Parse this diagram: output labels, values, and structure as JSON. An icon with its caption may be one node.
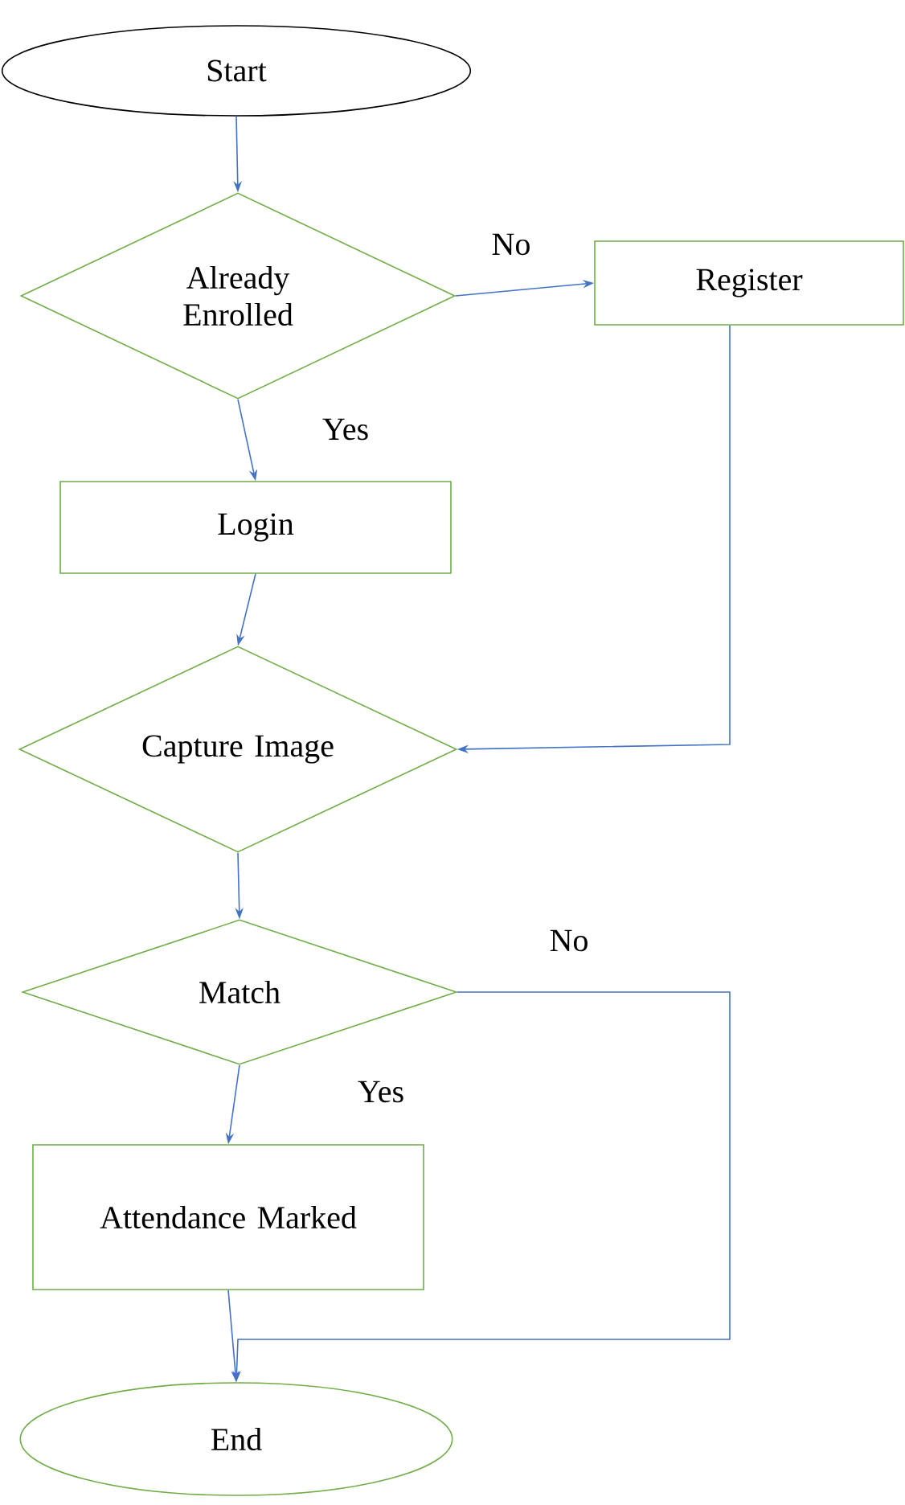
{
  "diagram": {
    "nodes": [
      {
        "text": [
          "Start"
        ]
      },
      {
        "text": [
          "Already Enrolled"
        ]
      },
      {
        "text": [
          "Register"
        ]
      },
      {
        "text": [
          "Login"
        ]
      },
      {
        "text": [
          "Capture Image"
        ]
      },
      {
        "text": [
          "Match"
        ]
      },
      {
        "text": [
          "Attendance Marked"
        ]
      },
      {
        "text": [
          "End"
        ]
      }
    ],
    "edges": [
      {
        "from": 0,
        "to": 1,
        "arrow": "to"
      },
      {
        "from": 1,
        "to": 2,
        "arrow": "to",
        "label": "No"
      },
      {
        "from": 1,
        "to": 3,
        "arrow": "to",
        "label": "Yes"
      },
      {
        "from": 2,
        "to": 4,
        "arrow": "to"
      },
      {
        "from": 3,
        "to": 4,
        "arrow": "to"
      },
      {
        "from": 4,
        "to": 5,
        "arrow": "to"
      },
      {
        "from": 5,
        "to": 6,
        "arrow": "to",
        "label": "Yes"
      },
      {
        "from": 5,
        "to": 7,
        "arrow": "to",
        "label": "No"
      },
      {
        "from": 6,
        "to": 7,
        "arrow": "to"
      }
    ]
  }
}
